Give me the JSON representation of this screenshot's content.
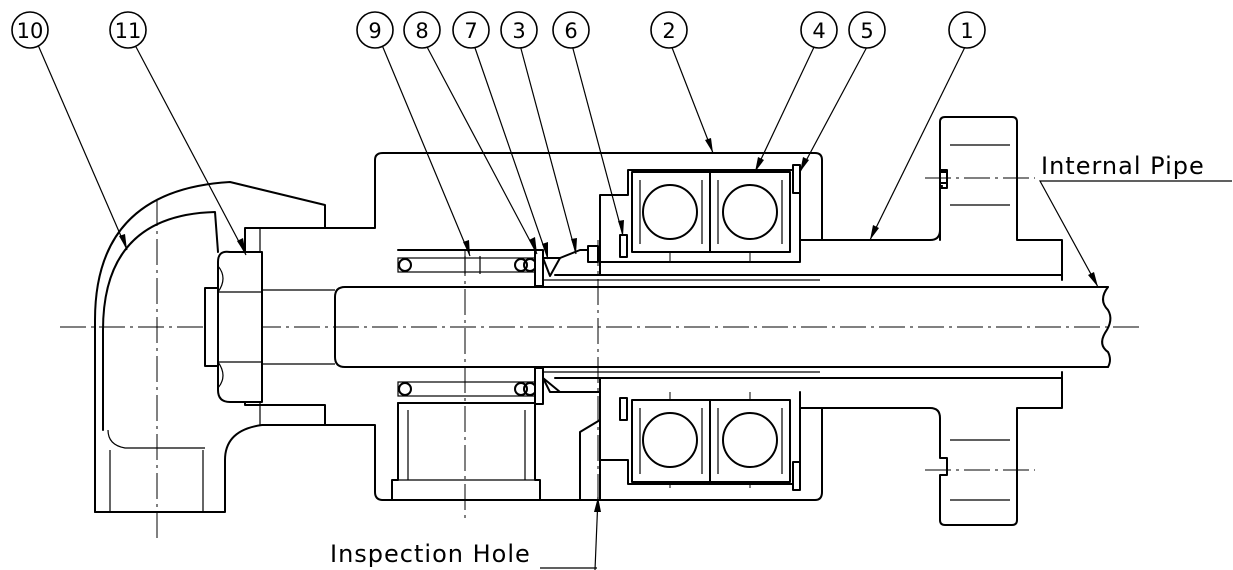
{
  "callouts": {
    "c1": "1",
    "c2": "2",
    "c3": "3",
    "c4": "4",
    "c5": "5",
    "c6": "6",
    "c7": "7",
    "c8": "8",
    "c9": "9",
    "c10": "10",
    "c11": "11"
  },
  "labels": {
    "internal_pipe": "Internal  Pipe",
    "inspection_hole": "Inspection  Hole"
  },
  "colors": {
    "ink": "#000000",
    "background": "#ffffff"
  }
}
